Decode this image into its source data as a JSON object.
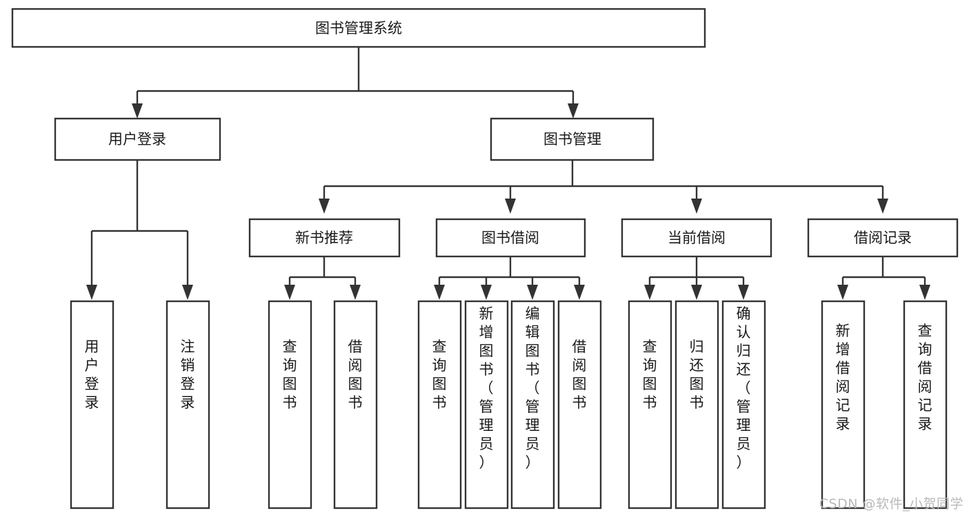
{
  "diagram": {
    "type": "tree",
    "title": "图书管理系统",
    "orientation": "top-down",
    "colors": {
      "box_stroke": "#333333",
      "box_fill": "#ffffff",
      "text": "#1a1a1a",
      "connector": "#333333",
      "watermark": "#b9b9b9",
      "background": "#ffffff"
    },
    "root": {
      "label": "图书管理系统"
    },
    "level2": [
      {
        "label": "用户登录"
      },
      {
        "label": "图书管理"
      }
    ],
    "level3": [
      {
        "label": "新书推荐"
      },
      {
        "label": "图书借阅"
      },
      {
        "label": "当前借阅"
      },
      {
        "label": "借阅记录"
      }
    ],
    "leaves": {
      "user_login": [
        {
          "label": "用户登录"
        },
        {
          "label": "注销登录"
        }
      ],
      "new_book_recommend": [
        {
          "label": "查询图书"
        },
        {
          "label": "借阅图书"
        }
      ],
      "book_borrow": [
        {
          "label": "查询图书"
        },
        {
          "label": "新增图书（管理员）"
        },
        {
          "label": "编辑图书（管理员）"
        },
        {
          "label": "借阅图书"
        }
      ],
      "current_borrow": [
        {
          "label": "查询图书"
        },
        {
          "label": "归还图书"
        },
        {
          "label": "确认归还（管理员）"
        }
      ],
      "borrow_record": [
        {
          "label": "新增借阅记录"
        },
        {
          "label": "查询借阅记录"
        }
      ]
    }
  },
  "watermark": {
    "text": "CSDN @软件_小贺同学"
  }
}
